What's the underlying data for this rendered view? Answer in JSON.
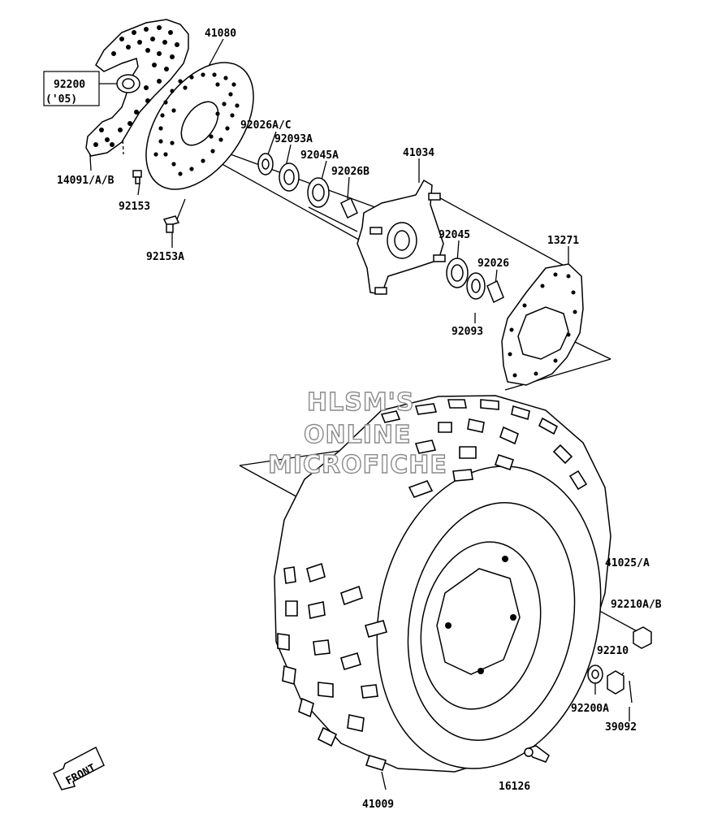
{
  "watermark": [
    "HLSM'S",
    "ONLINE",
    "MICROFICHE"
  ],
  "front_arrow": "FRONT",
  "parts": [
    {
      "id": "p41080",
      "number": "41080"
    },
    {
      "id": "p92200",
      "number": "92200",
      "note": "('05)"
    },
    {
      "id": "p14091",
      "number": "14091/A/B"
    },
    {
      "id": "p92153",
      "number": "92153"
    },
    {
      "id": "p92153A",
      "number": "92153A"
    },
    {
      "id": "p92026AC",
      "number": "92026A/C"
    },
    {
      "id": "p92093A",
      "number": "92093A"
    },
    {
      "id": "p92045A",
      "number": "92045A"
    },
    {
      "id": "p92026B",
      "number": "92026B"
    },
    {
      "id": "p41034",
      "number": "41034"
    },
    {
      "id": "p92045",
      "number": "92045"
    },
    {
      "id": "p92026",
      "number": "92026"
    },
    {
      "id": "p92093",
      "number": "92093"
    },
    {
      "id": "p13271",
      "number": "13271"
    },
    {
      "id": "p41025A",
      "number": "41025/A"
    },
    {
      "id": "p92210AB",
      "number": "92210A/B"
    },
    {
      "id": "p92210",
      "number": "92210"
    },
    {
      "id": "p92200A",
      "number": "92200A"
    },
    {
      "id": "p39092",
      "number": "39092"
    },
    {
      "id": "p16126",
      "number": "16126"
    },
    {
      "id": "p41009",
      "number": "41009"
    }
  ]
}
